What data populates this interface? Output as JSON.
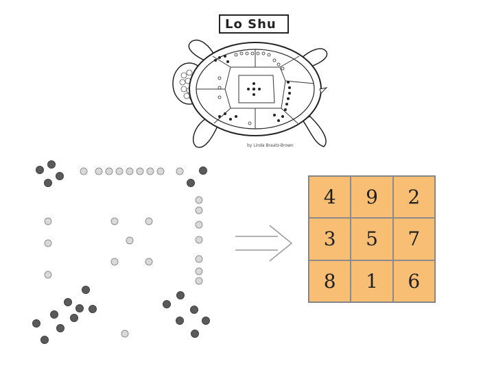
{
  "turtle": {
    "title": "Lo Shu",
    "credit": "by Linda Braatz-Brown"
  },
  "magic_square": {
    "cells": [
      "4",
      "9",
      "2",
      "3",
      "5",
      "7",
      "8",
      "1",
      "6"
    ],
    "cell_color": "#f7be74"
  },
  "colors": {
    "dark_dot": "#5a5a5a",
    "light_dot": "#d9d9d9"
  }
}
